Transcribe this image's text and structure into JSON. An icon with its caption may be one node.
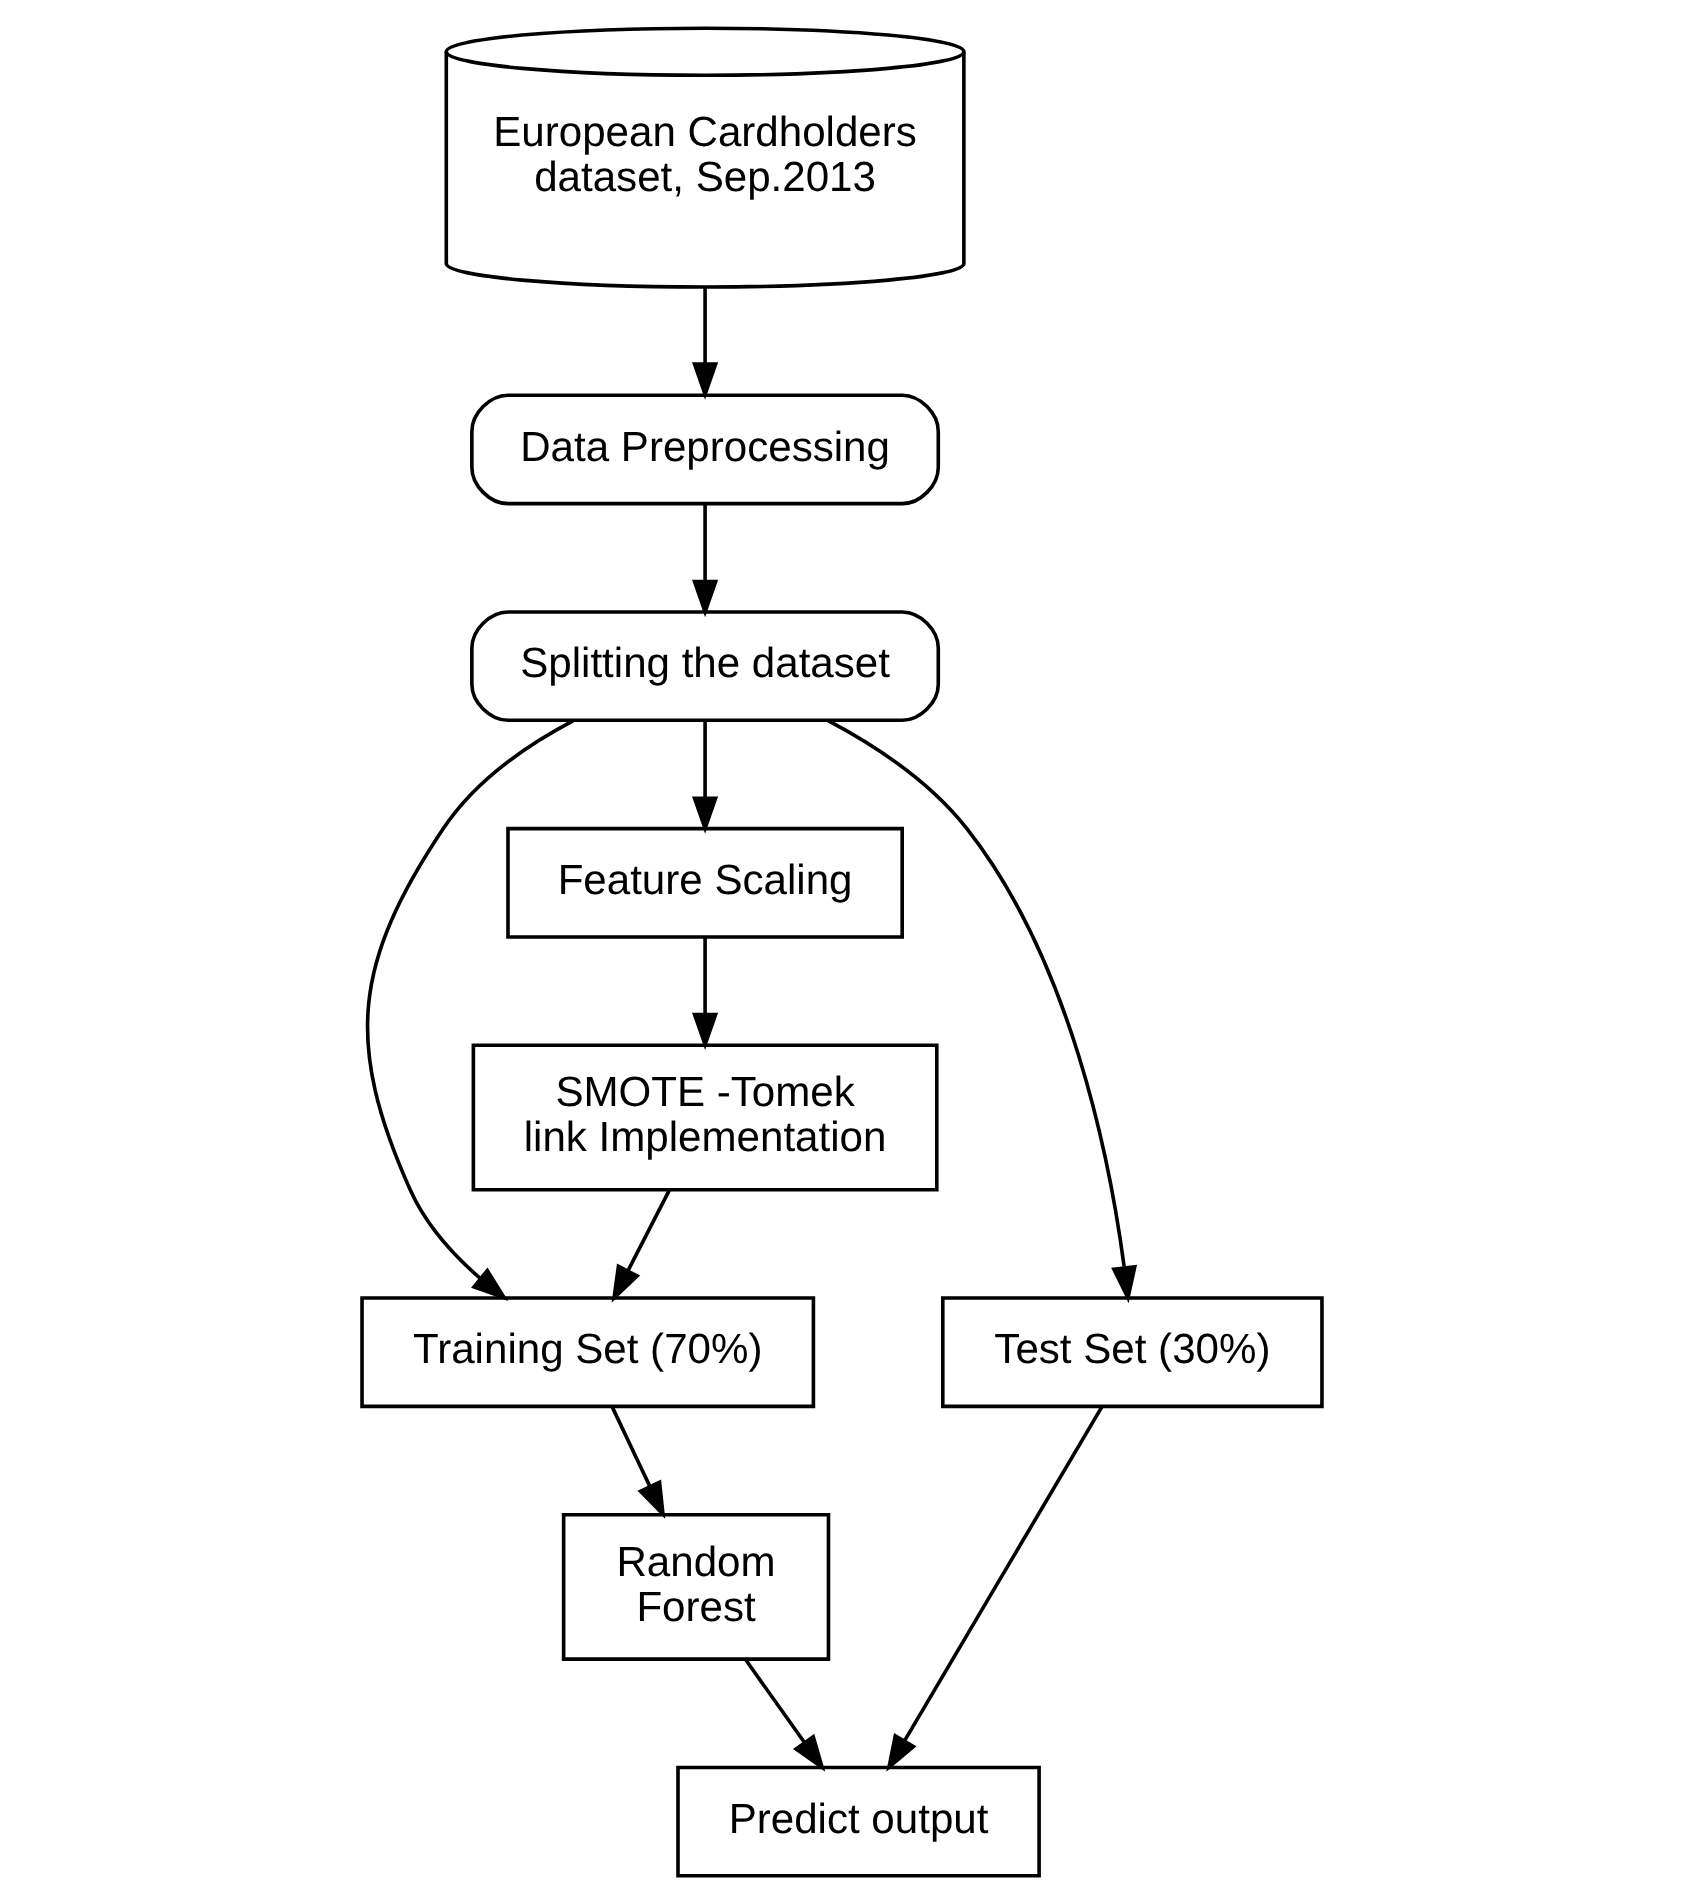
{
  "diagram": {
    "nodes": [
      {
        "text": [
          "European Cardholders dataset, Sep.2013"
        ]
      },
      {
        "text": [
          "Data Preprocessing"
        ]
      },
      {
        "text": [
          "Splitting the dataset"
        ]
      },
      {
        "text": [
          "Training Set (70%)"
        ]
      },
      {
        "text": [
          "Test Set (30%)"
        ]
      },
      {
        "text": [
          "Feature Scaling"
        ]
      },
      {
        "text": [
          "Random Forest"
        ]
      },
      {
        "text": [
          "SMOTE -Tomek link Implementation"
        ]
      },
      {
        "text": [
          "Predict output"
        ]
      }
    ],
    "edges": [
      {
        "from": 0,
        "to": 1,
        "arrow": "to"
      },
      {
        "from": 1,
        "to": 2,
        "arrow": "to"
      },
      {
        "from": 2,
        "to": 3,
        "arrow": "to"
      },
      {
        "from": 2,
        "to": 5,
        "arrow": "to"
      },
      {
        "from": 2,
        "to": 4,
        "arrow": "to"
      },
      {
        "from": 5,
        "to": 7,
        "arrow": "to"
      },
      {
        "from": 7,
        "to": 3,
        "arrow": "to"
      },
      {
        "from": 3,
        "to": 6,
        "arrow": "to"
      },
      {
        "from": 6,
        "to": 8,
        "arrow": "to"
      },
      {
        "from": 4,
        "to": 8,
        "arrow": "to"
      }
    ]
  }
}
